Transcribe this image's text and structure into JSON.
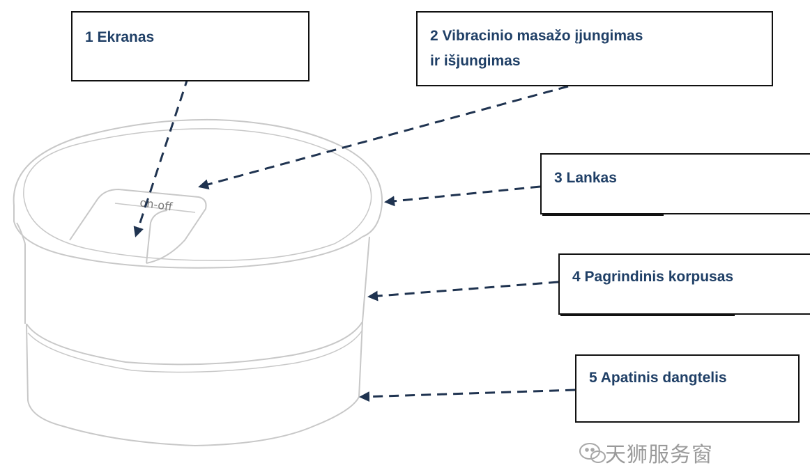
{
  "labels": {
    "item1": "1 Ekranas",
    "item2_line1": "2 Vibracinio masažo įjungimas",
    "item2_line2": "ir išjungimas",
    "item3": "3 Lankas",
    "item4": "4 Pagrindinis korpusas",
    "item5": "5 Apatinis dangtelis"
  },
  "device": {
    "switch_text": "on-off"
  },
  "watermark": {
    "logo": "wechat-logo",
    "text": "天狮服务窗"
  },
  "colors": {
    "label_text": "#1f3f66",
    "arrow": "#1f3350",
    "outline": "#c8c8c8",
    "box_border": "#111111",
    "watermark": "#9a9a9a"
  }
}
